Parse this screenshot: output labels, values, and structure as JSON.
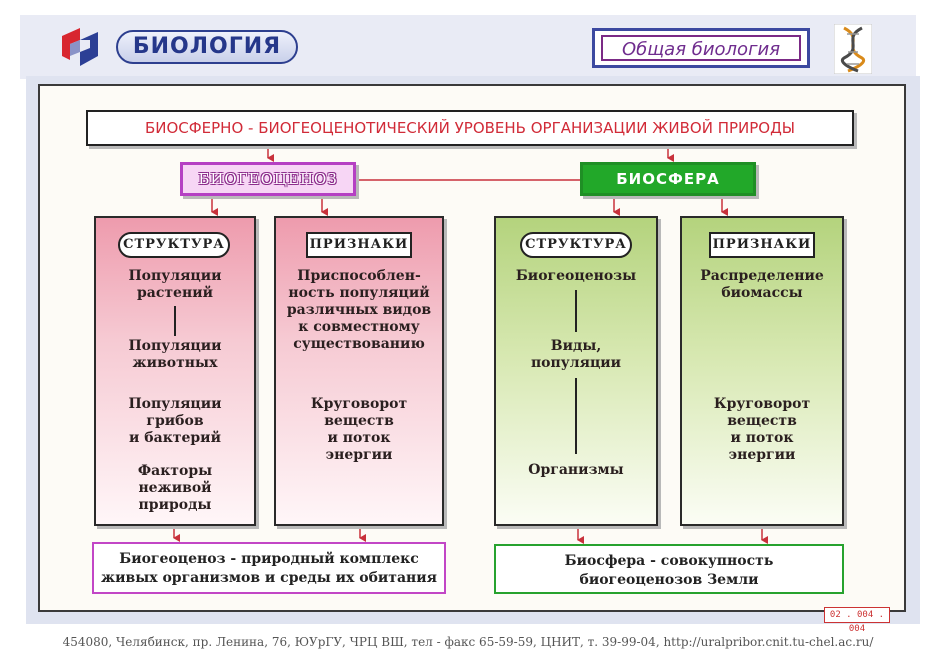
{
  "header": {
    "brand": "БИОЛОГИЯ",
    "course": "Общая биология"
  },
  "diagram": {
    "title": "БИОСФЕРНО - БИОГЕОЦЕНОТИЧЕСКИЙ УРОВЕНЬ ОРГАНИЗАЦИИ ЖИВОЙ ПРИРОДЫ",
    "biogeocenosis": {
      "label": "БИОГЕОЦЕНОЗ",
      "structure": {
        "label": "СТРУКТУРА",
        "items": [
          "Популяции\nрастений",
          "Популяции\nживотных",
          "Популяции\nгрибов\nи бактерий",
          "Факторы\nнеживой\nприроды"
        ]
      },
      "features": {
        "label": "ПРИЗНАКИ",
        "items": [
          "Приспособлен-\nность популяций\nразличных видов\nк совместному\nсуществованию",
          "Круговорот\nвеществ\nи поток\nэнергии"
        ]
      },
      "definition": "Биогеоценоз - природный комплекс\nживых организмов и  среды их обитания"
    },
    "biosphere": {
      "label": "БИОСФЕРА",
      "structure": {
        "label": "СТРУКТУРА",
        "items": [
          "Биогеоценозы",
          "Виды,\nпопуляции",
          "Организмы"
        ]
      },
      "features": {
        "label": "ПРИЗНАКИ",
        "items": [
          "Распределение\nбиомассы",
          "Круговорот\nвеществ\nи поток\nэнергии"
        ]
      },
      "definition": "Биосфера - совокупность\nбиогеоценозов Земли"
    },
    "code": "02 . 004 . 004"
  },
  "footer": "454080, Челябинск, пр. Ленина, 76, ЮУрГУ, ЧРЦ ВШ, тел - факс 65-59-59, ЦНИТ, т. 39-99-04, http://uralpribor.cnit.tu-chel.ac.ru/",
  "colors": {
    "title_text": "#d12b38",
    "biogeocenosis": "#b540c3",
    "biosphere": "#22a829",
    "header_blue": "#2d3f8f"
  },
  "icons": [
    "logo-icon",
    "dna-icon"
  ]
}
